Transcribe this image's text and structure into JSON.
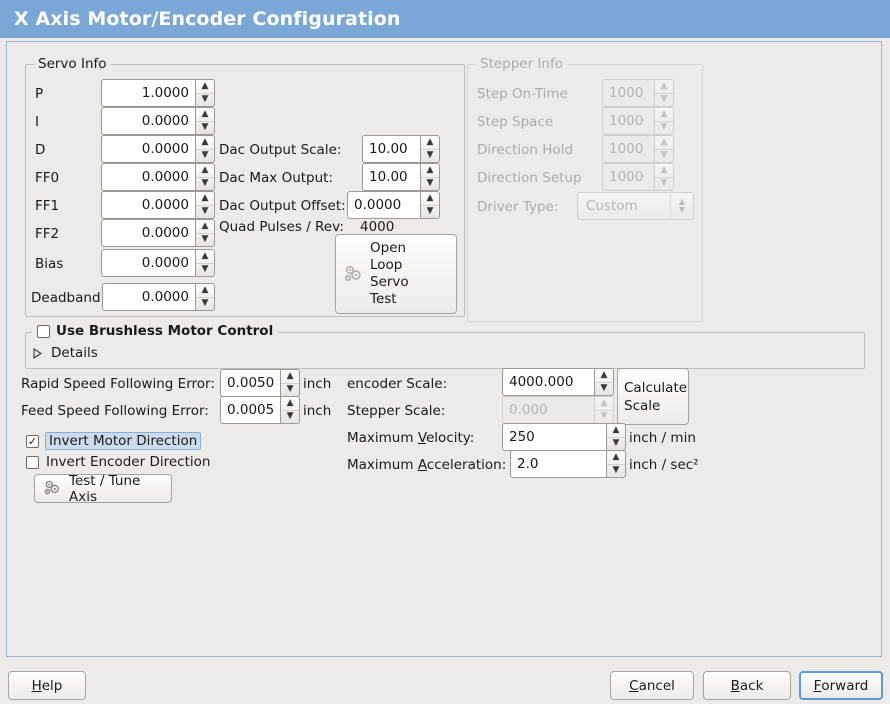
{
  "window": {
    "title": "X Axis Motor/Encoder Configuration",
    "accent_color": "#7ba7d7"
  },
  "servo_group": {
    "title": "Servo Info",
    "fields": [
      {
        "label": "P",
        "value": "1.0000"
      },
      {
        "label": "I",
        "value": "0.0000"
      },
      {
        "label": "D",
        "value": "0.0000"
      },
      {
        "label": "FF0",
        "value": "0.0000"
      },
      {
        "label": "FF1",
        "value": "0.0000"
      },
      {
        "label": "FF2",
        "value": "0.0000"
      },
      {
        "label": "Bias",
        "value": "0.0000"
      },
      {
        "label": "Deadband",
        "value": "0.0000"
      }
    ],
    "dac": [
      {
        "label": "Dac Output Scale:",
        "value": "10.00"
      },
      {
        "label": "Dac Max Output:",
        "value": "10.00"
      },
      {
        "label": "Dac Output Offset:",
        "value": "0.0000"
      }
    ],
    "quad_pulses_label": "Quad Pulses / Rev:",
    "quad_pulses_value": "4000",
    "open_loop_button": {
      "line1": "Open",
      "line2": "Loop",
      "line3": "Servo",
      "line4": "Test",
      "icon": "gears-icon"
    }
  },
  "stepper_group": {
    "title": "Stepper Info",
    "disabled": true,
    "fields": [
      {
        "label": "Step On-Time",
        "value": "1000"
      },
      {
        "label": "Step Space",
        "value": "1000"
      },
      {
        "label": "Direction Hold",
        "value": "1000"
      },
      {
        "label": "Direction Setup",
        "value": "1000"
      }
    ],
    "driver_type_label": "Driver Type:",
    "driver_type_value": "Custom"
  },
  "brushless": {
    "checkbox_label": "Use Brushless Motor Control",
    "checked": false,
    "details_label": "Details",
    "details_expanded": false
  },
  "errors": {
    "rapid_label": "Rapid Speed Following Error:",
    "rapid_value": "0.0050",
    "rapid_unit": "inch",
    "feed_label": "Feed Speed Following Error:",
    "feed_value": "0.0005",
    "feed_unit": "inch"
  },
  "invert": {
    "motor_label": "Invert Motor Direction",
    "motor_checked": true,
    "motor_focused": true,
    "encoder_label": "Invert Encoder Direction",
    "encoder_checked": false
  },
  "test_tune_button": {
    "label": "Test / Tune Axis",
    "icon": "gears-icon"
  },
  "scale": {
    "encoder_label": "encoder Scale:",
    "encoder_value": "4000.000",
    "stepper_label": "Stepper Scale:",
    "stepper_value": "0.000",
    "stepper_disabled": true,
    "calculate_line1": "Calculate",
    "calculate_line2": "Scale",
    "velocity_label_pre": "Maximum ",
    "velocity_label_mnemonic": "V",
    "velocity_label_post": "elocity:",
    "velocity_value": "250",
    "velocity_unit": "inch / min",
    "accel_label_pre": "Maximum ",
    "accel_label_mnemonic": "A",
    "accel_label_post": "cceleration:",
    "accel_value": "2.0",
    "accel_unit": "inch / sec²"
  },
  "footer": {
    "help_pre": "",
    "help_mnemonic": "H",
    "help_post": "elp",
    "cancel_pre": "",
    "cancel_mnemonic": "C",
    "cancel_post": "ancel",
    "back_pre": "",
    "back_mnemonic": "B",
    "back_post": "ack",
    "forward_pre": "",
    "forward_mnemonic": "F",
    "forward_post": "orward",
    "default_button": "forward"
  }
}
